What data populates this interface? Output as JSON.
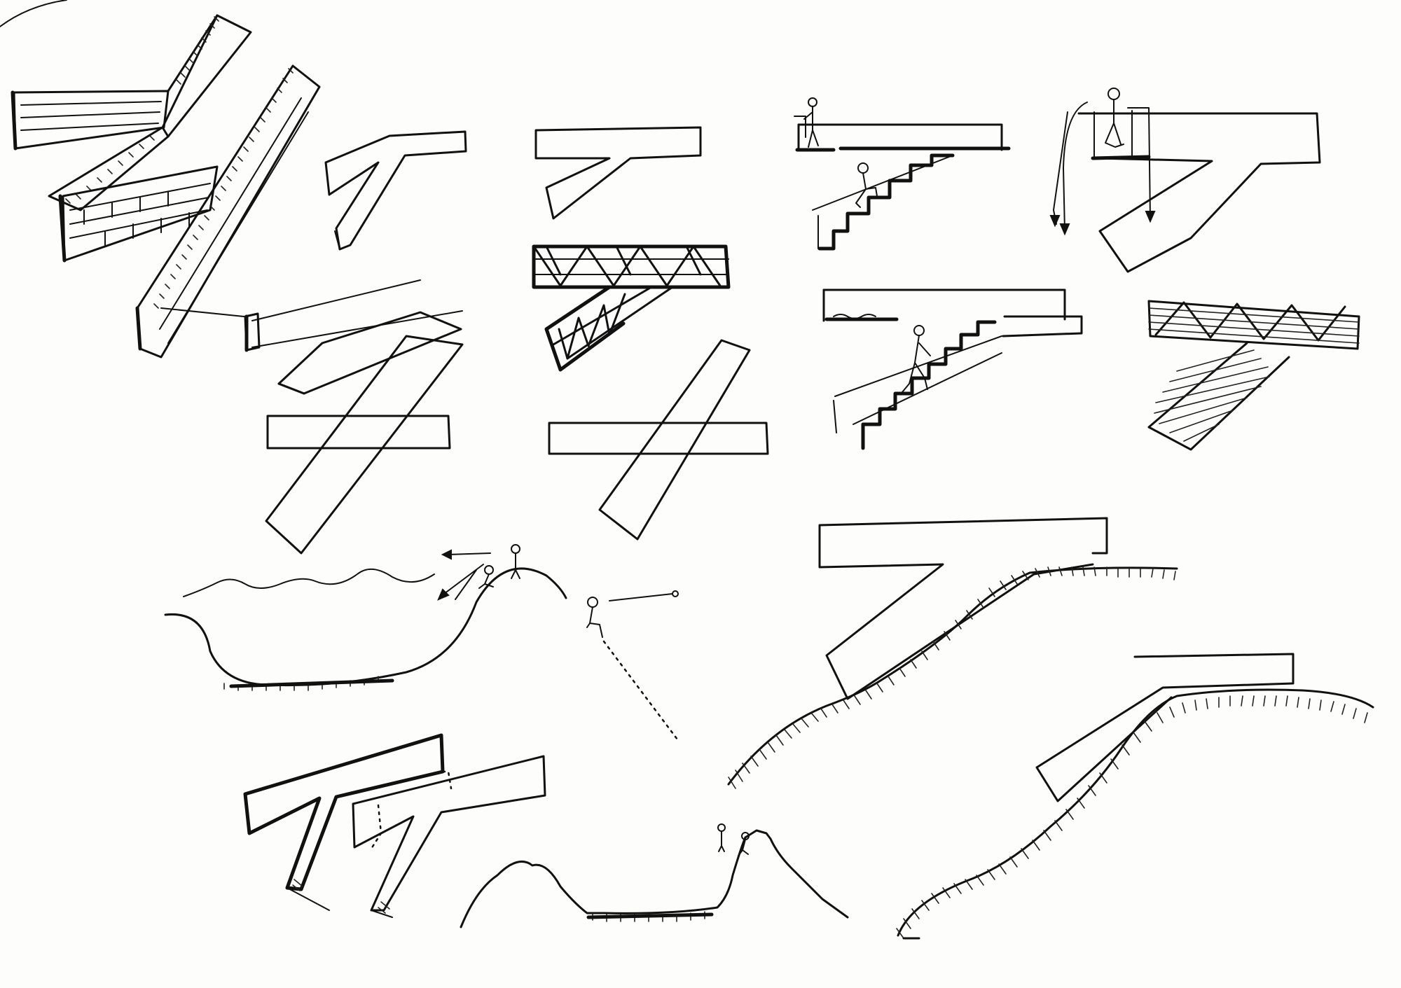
{
  "sheet": {
    "description_text": "",
    "ink_color": "#111111",
    "paper_color": "#fdfdfc"
  },
  "sketches": [
    {
      "id": "timber-beams-perspective"
    },
    {
      "id": "bent-slab-small"
    },
    {
      "id": "bent-slab-outline"
    },
    {
      "id": "stair-section-figures"
    },
    {
      "id": "viewing-platform-section"
    },
    {
      "id": "slab-on-plank"
    },
    {
      "id": "space-truss-joint"
    },
    {
      "id": "stair-section-climber"
    },
    {
      "id": "hatched-truss-joint"
    },
    {
      "id": "crossing-slabs-plan-a"
    },
    {
      "id": "crossing-slabs-plan-b"
    },
    {
      "id": "valley-hill-section"
    },
    {
      "id": "slab-over-terrain-a"
    },
    {
      "id": "slab-over-terrain-b"
    },
    {
      "id": "double-bent-slab"
    },
    {
      "id": "ravine-section"
    }
  ]
}
